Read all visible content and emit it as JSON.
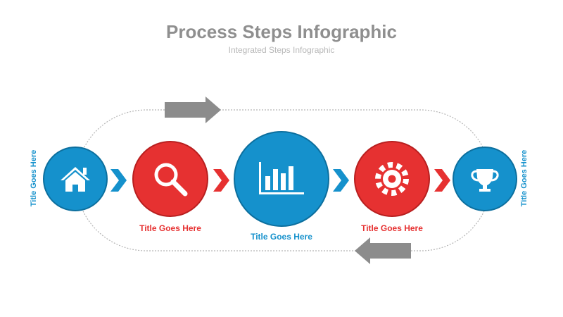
{
  "header": {
    "title": "Process Steps Infographic",
    "subtitle": "Integrated Steps Infographic"
  },
  "colors": {
    "blue": "#1591cc",
    "red": "#e63131",
    "arrow_gray": "#8c8c8c",
    "dotted": "#b5b5b5"
  },
  "steps": [
    {
      "icon": "home-icon",
      "color": "blue",
      "label": "Title Goes Here"
    },
    {
      "icon": "search-icon",
      "color": "red",
      "label": "Title Goes Here"
    },
    {
      "icon": "bar-chart-icon",
      "color": "blue",
      "label": "Title Goes Here"
    },
    {
      "icon": "gear-icon",
      "color": "red",
      "label": "Title Goes Here"
    },
    {
      "icon": "trophy-icon",
      "color": "blue",
      "label": "Title Goes Here"
    }
  ]
}
